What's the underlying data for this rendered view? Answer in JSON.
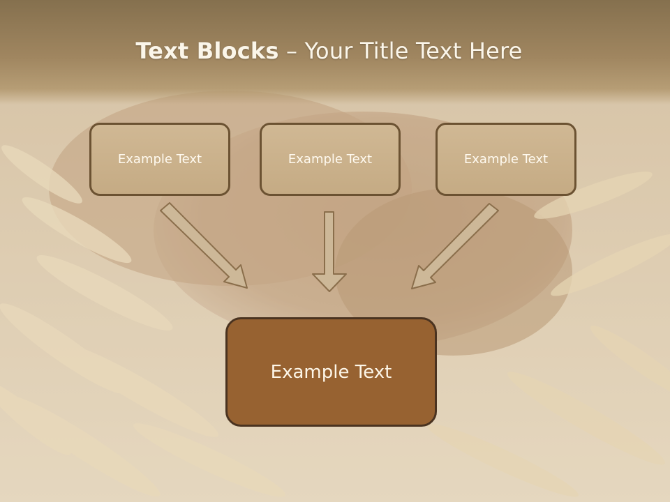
{
  "title": {
    "bold": "Text Blocks",
    "rest": " – Your Title Text Here"
  },
  "boxes": {
    "left": "Example Text",
    "middle": "Example Text",
    "right": "Example Text",
    "main": "Example Text"
  },
  "colors": {
    "small_box_fill": "#c9af88",
    "small_box_border": "#6b5232",
    "main_box_fill": "#976231",
    "arrow_fill": "#cdb898",
    "arrow_stroke": "#8a6e4b"
  }
}
